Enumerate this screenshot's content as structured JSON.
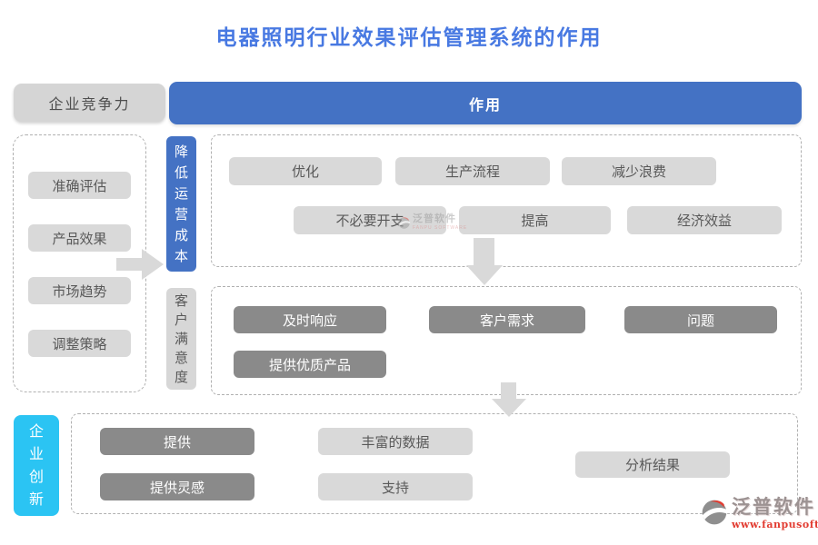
{
  "title": "电器照明行业效果评估管理系统的作用",
  "competitiveness": {
    "header": "企业竞争力",
    "items": [
      "准确评估",
      "产品效果",
      "市场趋势",
      "调整策略"
    ]
  },
  "role_header": "作用",
  "section_cost": {
    "label": "降低运营成本",
    "row1": [
      "优化",
      "生产流程",
      "减少浪费"
    ],
    "row2": [
      "不必要开支",
      "提高",
      "经济效益"
    ]
  },
  "section_customer": {
    "label": "客户满意度",
    "row1": [
      "及时响应",
      "客户需求",
      "问题"
    ],
    "row2": [
      "提供优质产品"
    ]
  },
  "section_innovation": {
    "label": "企业创新",
    "dark_items": [
      "提供",
      "提供灵感"
    ],
    "light_items": [
      "丰富的数据",
      "支持",
      "分析结果"
    ]
  },
  "watermark": {
    "name": "泛普软件",
    "subtitle": "FANPU SOFTWARE"
  },
  "brand": {
    "name": "泛普软件",
    "website": "www.fanpusoft.com"
  },
  "icons": {
    "flow_right": "right-arrow",
    "flow_down": "down-arrow",
    "brand_logo": "fanpu-swoosh-circle"
  },
  "colors": {
    "accent_blue": "#4472c4",
    "title_blue": "#4879e2",
    "cyan": "#2bc4f3",
    "light_gray": "#d9d9d9",
    "dark_gray": "#8a8a8a",
    "text_gray": "#595959",
    "brand_red": "#e23c31"
  }
}
